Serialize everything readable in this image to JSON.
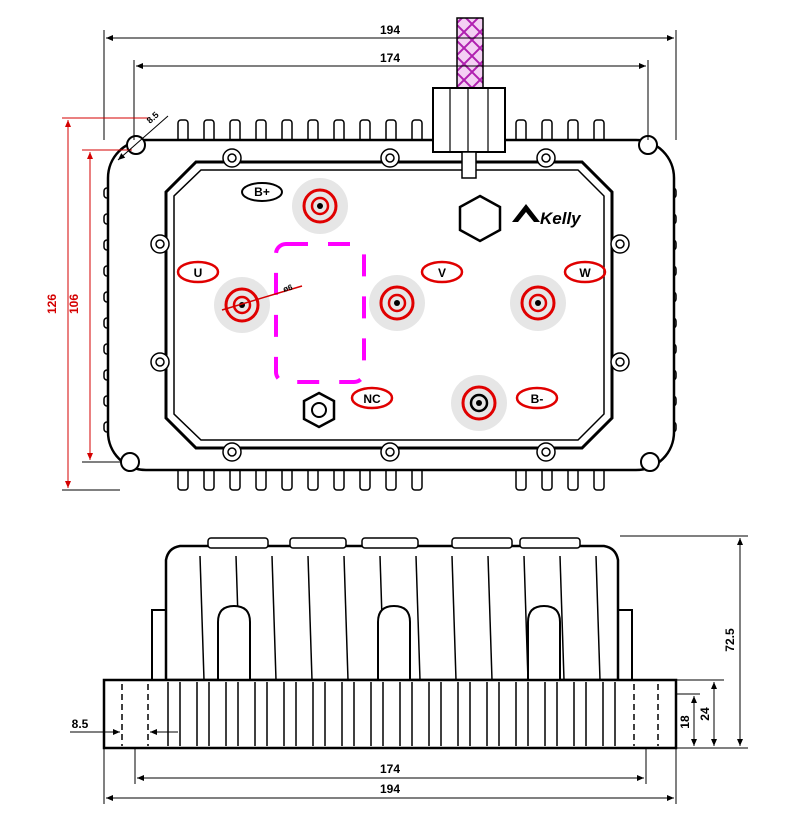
{
  "brand": {
    "name": "Kelly"
  },
  "top_view": {
    "dimensions": {
      "overall_width": "194",
      "hole_spacing": "174",
      "overall_height": "126",
      "hole_height": "106",
      "mount_hole_dia": "8.5",
      "terminal_dia": "ø6"
    },
    "terminals": [
      {
        "id": "b-plus",
        "label": "B+"
      },
      {
        "id": "u",
        "label": "U"
      },
      {
        "id": "v",
        "label": "V"
      },
      {
        "id": "w",
        "label": "W"
      },
      {
        "id": "nc",
        "label": "NC"
      },
      {
        "id": "b-minus",
        "label": "B-"
      }
    ]
  },
  "side_view": {
    "dimensions": {
      "total_height": "72.5",
      "base_height": "24",
      "flange_height": "18",
      "hole_dia": "8.5",
      "hole_spacing": "174",
      "overall_width": "194"
    }
  },
  "colors": {
    "outline": "#000000",
    "highlight": "#e00000",
    "callout": "#ff00ff",
    "cable": "#c040c0",
    "dimension_red": "#d40000"
  }
}
